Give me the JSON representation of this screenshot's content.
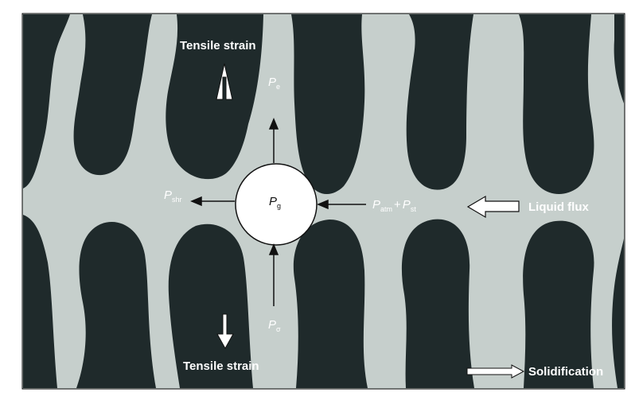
{
  "labels": {
    "tensile_top": "Tensile strain",
    "tensile_bottom": "Tensile strain",
    "liquid_flux": "Liquid flux",
    "solidification": "Solidification"
  },
  "pressures": {
    "pe": {
      "main": "P",
      "sub": "e"
    },
    "psigma": {
      "main": "P",
      "sub": "σ"
    },
    "pshr": {
      "main": "P",
      "sub": "shr"
    },
    "pg": {
      "main": "P",
      "sub": "g"
    },
    "patm": {
      "main": "P",
      "sub": "atm"
    },
    "plus": "+",
    "pst": {
      "main": "P",
      "sub": "st"
    }
  },
  "colors": {
    "solid": "#1f2a2b",
    "liquid": "#c6cfcc",
    "pore": "#ffffff",
    "arrow": "#111111",
    "text_on_dark": "#ffffff"
  }
}
